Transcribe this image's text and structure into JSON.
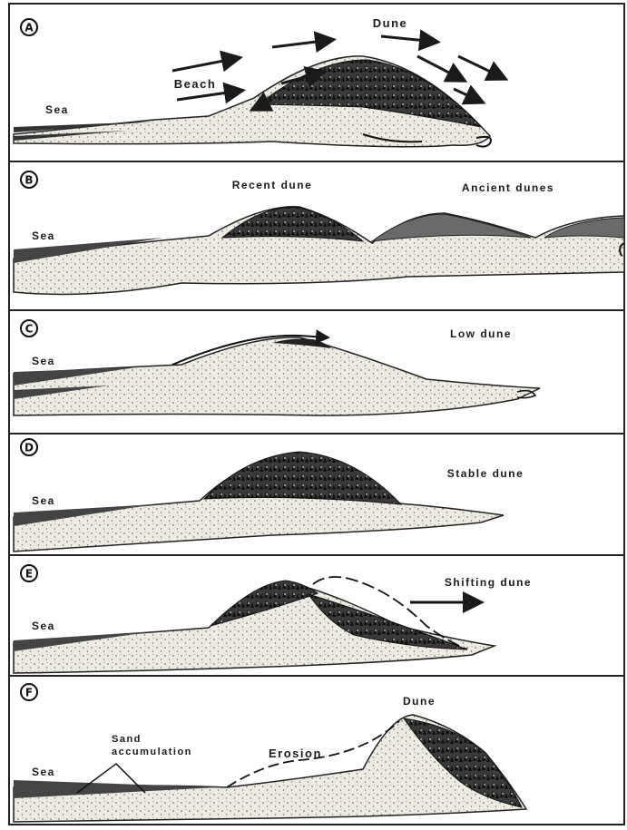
{
  "panels": {
    "A": {
      "badge": "A",
      "dune": "Dune",
      "beach": "Beach",
      "sea": "Sea"
    },
    "B": {
      "badge": "B",
      "recent": "Recent dune",
      "ancient": "Ancient dunes",
      "sea": "Sea"
    },
    "C": {
      "badge": "C",
      "low": "Low dune",
      "sea": "Sea"
    },
    "D": {
      "badge": "D",
      "stable": "Stable dune",
      "sea": "Sea"
    },
    "E": {
      "badge": "E",
      "shifting": "Shifting dune",
      "sea": "Sea"
    },
    "F": {
      "badge": "F",
      "dune": "Dune",
      "sand_line1": "Sand",
      "sand_line2": "accumulation",
      "erosion": "Erosion",
      "sea": "Sea"
    }
  },
  "colors": {
    "ink": "#1a1a1a",
    "sand": "#e9e6dc",
    "dark_veg": "#2a2a2a"
  }
}
